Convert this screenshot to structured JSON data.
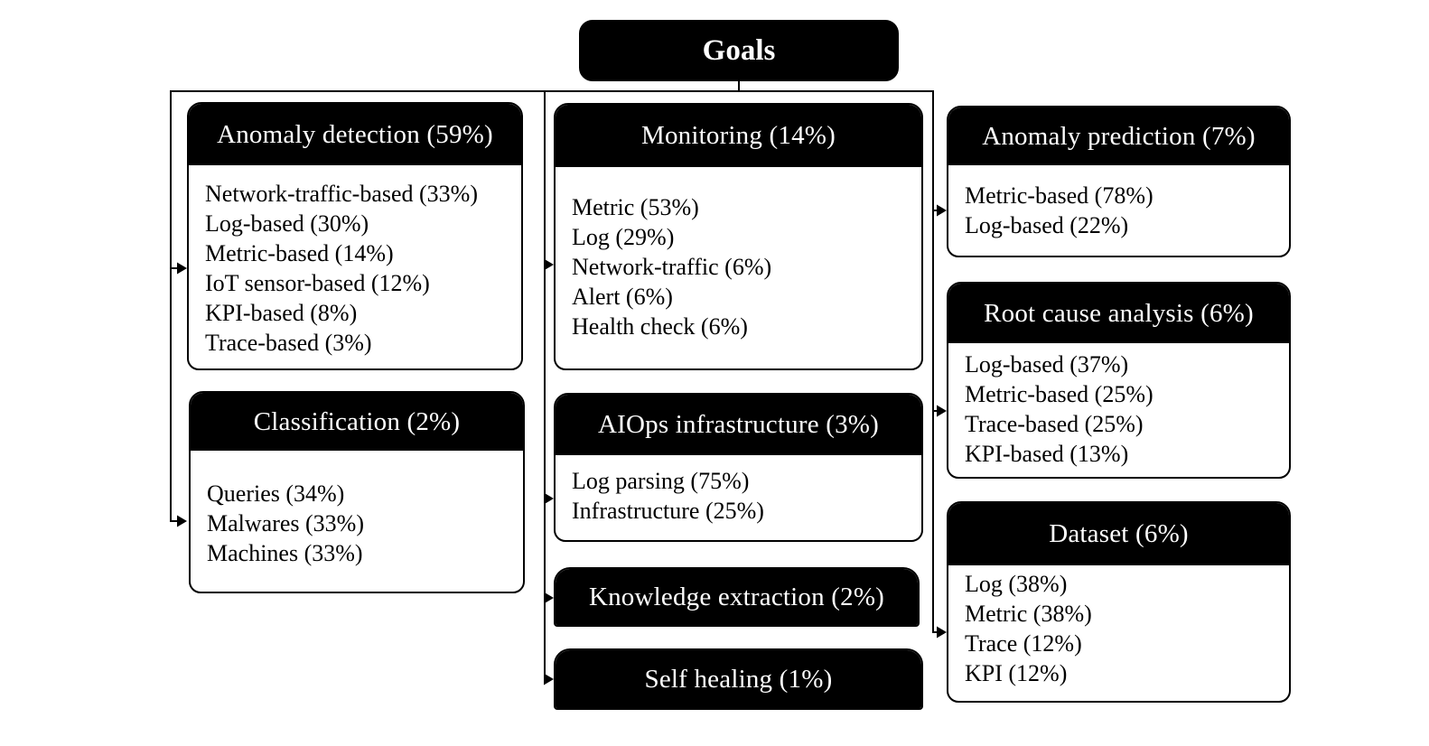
{
  "root": {
    "label": "Goals"
  },
  "colors": {
    "header_bg": "#000000",
    "header_text": "#ffffff",
    "body_bg": "#ffffff",
    "body_text": "#000000",
    "line": "#000000"
  },
  "columns": [
    {
      "boxes": [
        {
          "title": "Anomaly detection (59%)",
          "items": [
            "Network-traffic-based (33%)",
            "Log-based (30%)",
            "Metric-based (14%)",
            "IoT sensor-based (12%)",
            "KPI-based (8%)",
            "Trace-based (3%)"
          ]
        },
        {
          "title": "Classification (2%)",
          "items": [
            "Queries (34%)",
            "Malwares (33%)",
            "Machines (33%)"
          ]
        }
      ]
    },
    {
      "boxes": [
        {
          "title": "Monitoring (14%)",
          "items": [
            "Metric (53%)",
            "Log (29%)",
            "Network-traffic (6%)",
            "Alert (6%)",
            "Health check (6%)"
          ]
        },
        {
          "title": "AIOps infrastructure (3%)",
          "items": [
            "Log parsing (75%)",
            "Infrastructure (25%)"
          ]
        },
        {
          "title": "Knowledge extraction (2%)",
          "items": []
        },
        {
          "title": "Self healing (1%)",
          "items": []
        }
      ]
    },
    {
      "boxes": [
        {
          "title": "Anomaly prediction (7%)",
          "items": [
            "Metric-based (78%)",
            "Log-based (22%)"
          ]
        },
        {
          "title": "Root cause analysis (6%)",
          "items": [
            "Log-based (37%)",
            "Metric-based (25%)",
            "Trace-based (25%)",
            "KPI-based (13%)"
          ]
        },
        {
          "title": "Dataset (6%)",
          "items": [
            "Log (38%)",
            "Metric (38%)",
            "Trace (12%)",
            "KPI (12%)"
          ]
        }
      ]
    }
  ]
}
